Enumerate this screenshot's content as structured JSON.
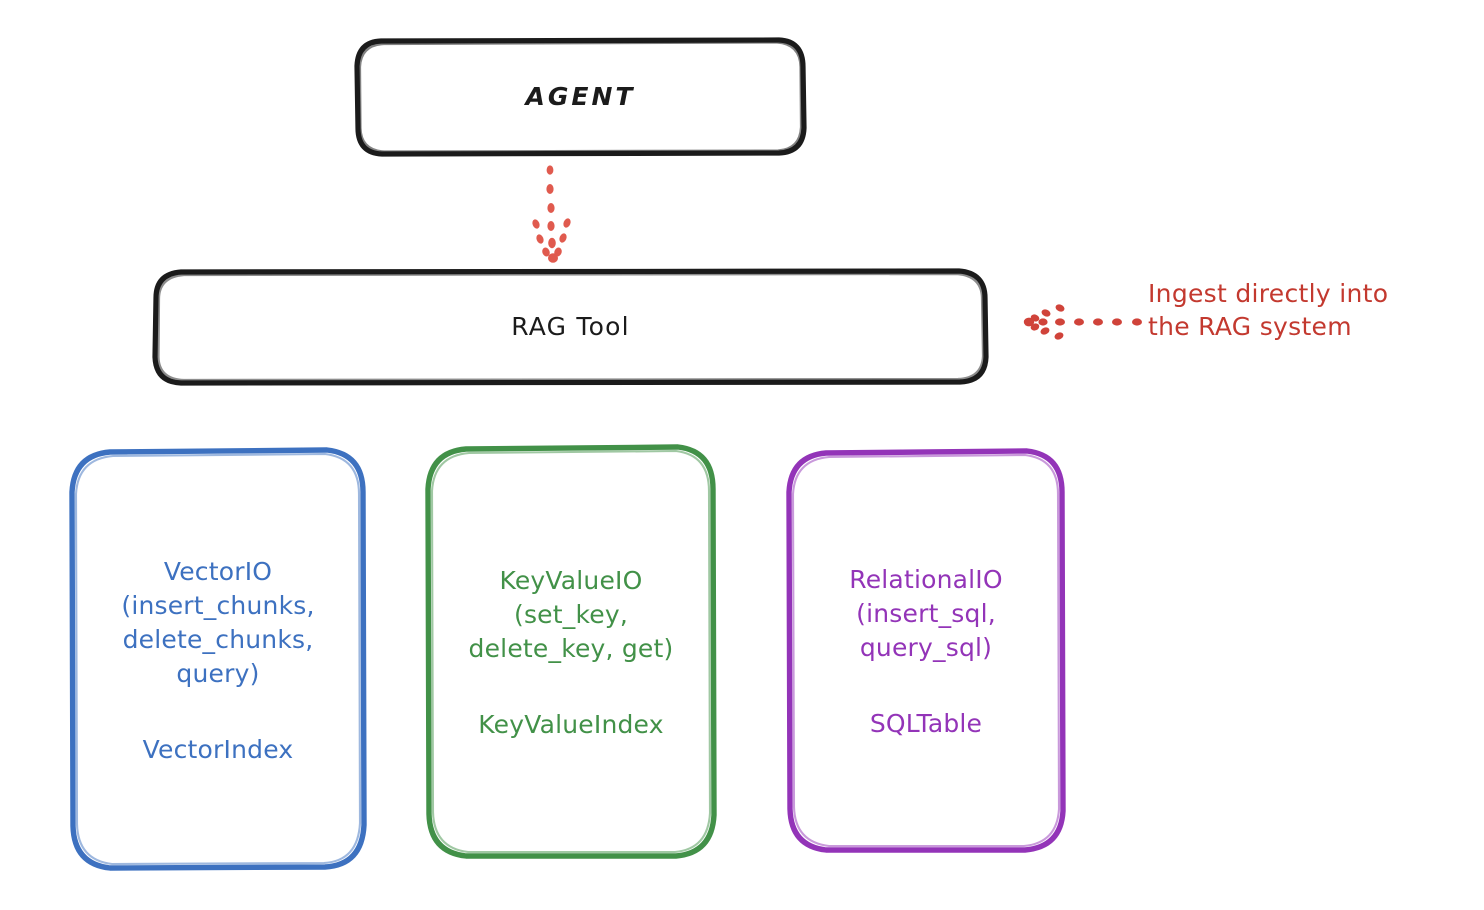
{
  "diagram": {
    "background": "#ffffff",
    "nodes": {
      "agent": {
        "label": "AGENT",
        "stroke": "#1b1b1b"
      },
      "rag_tool": {
        "label": "RAG Tool",
        "stroke": "#1b1b1b"
      },
      "vector_io": {
        "title": "VectorIO\n(insert_chunks,\ndelete_chunks,\nquery)",
        "subtitle": "VectorIndex",
        "stroke": "#3d71c0"
      },
      "key_value_io": {
        "title": "KeyValueIO\n(set_key,\ndelete_key, get)",
        "subtitle": "KeyValueIndex",
        "stroke": "#429148"
      },
      "relational_io": {
        "title": "RelationalIO\n(insert_sql,\nquery_sql)",
        "subtitle": "SQLTable",
        "stroke": "#9334b8"
      }
    },
    "annotations": {
      "ingest": {
        "text": "Ingest directly into\nthe RAG system",
        "color": "#c3392f"
      }
    },
    "connectors": {
      "agent_to_rag": {
        "style": "dotted",
        "color": "#e05a4e",
        "direction": "down",
        "icon": "dotted-arrow-down-icon"
      },
      "ingest_to_rag": {
        "style": "dotted",
        "color": "#d0433a",
        "direction": "left",
        "icon": "dotted-arrow-left-icon"
      }
    }
  }
}
